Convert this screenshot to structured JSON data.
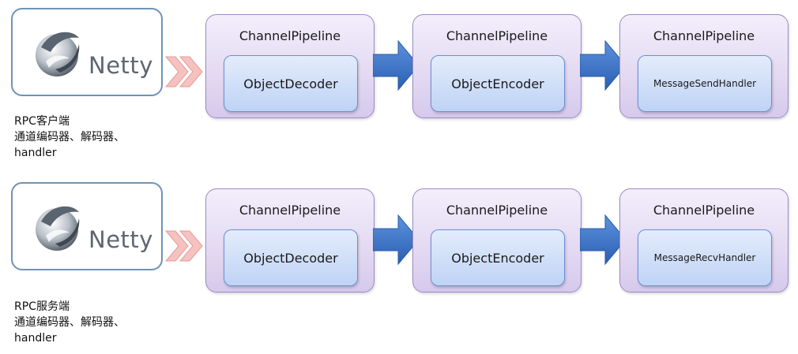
{
  "colors": {
    "card_border": "#6f93b6",
    "pipeline_border": "#9a8cc6",
    "handler_border": "#6c8fd2",
    "arrow_blue": "#3c72c8",
    "chevron_pink": "#f5c2c0"
  },
  "rows": [
    {
      "logo_text": "Netty",
      "label": {
        "line1": "RPC客户端",
        "line2": "通道编码器、解码器、",
        "line3": "handler"
      },
      "pipelines": [
        {
          "title": "ChannelPipeline",
          "handler": "ObjectDecoder"
        },
        {
          "title": "ChannelPipeline",
          "handler": "ObjectEncoder"
        },
        {
          "title": "ChannelPipeline",
          "handler": "MessageSendHandler"
        }
      ]
    },
    {
      "logo_text": "Netty",
      "label": {
        "line1": "RPC服务端",
        "line2": "通道编码器、解码器、",
        "line3": "handler"
      },
      "pipelines": [
        {
          "title": "ChannelPipeline",
          "handler": "ObjectDecoder"
        },
        {
          "title": "ChannelPipeline",
          "handler": "ObjectEncoder"
        },
        {
          "title": "ChannelPipeline",
          "handler": "MessageRecvHandler"
        }
      ]
    }
  ]
}
